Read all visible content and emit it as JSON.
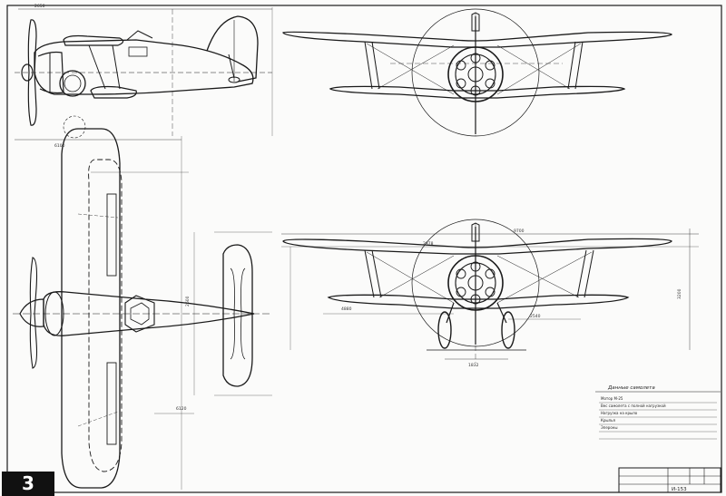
{
  "figure": {
    "number": "3"
  },
  "dimensions": {
    "top_span": "2650",
    "front_span": "9700",
    "front_upper": "2978",
    "front_gear": "1832",
    "front_height": "3200",
    "front_left": "4880",
    "front_lower": "2540",
    "side_len": "6100",
    "plan_tail": "2600",
    "plan_len": "6120"
  },
  "table": {
    "title": "Данные самолета",
    "rows": [
      "Мотор М-25",
      "Вес самолета с полной нагрузкой",
      "Нагрузка на крыло",
      "Крылья",
      "Элероны"
    ]
  },
  "title_block": {
    "number": "И-153"
  }
}
